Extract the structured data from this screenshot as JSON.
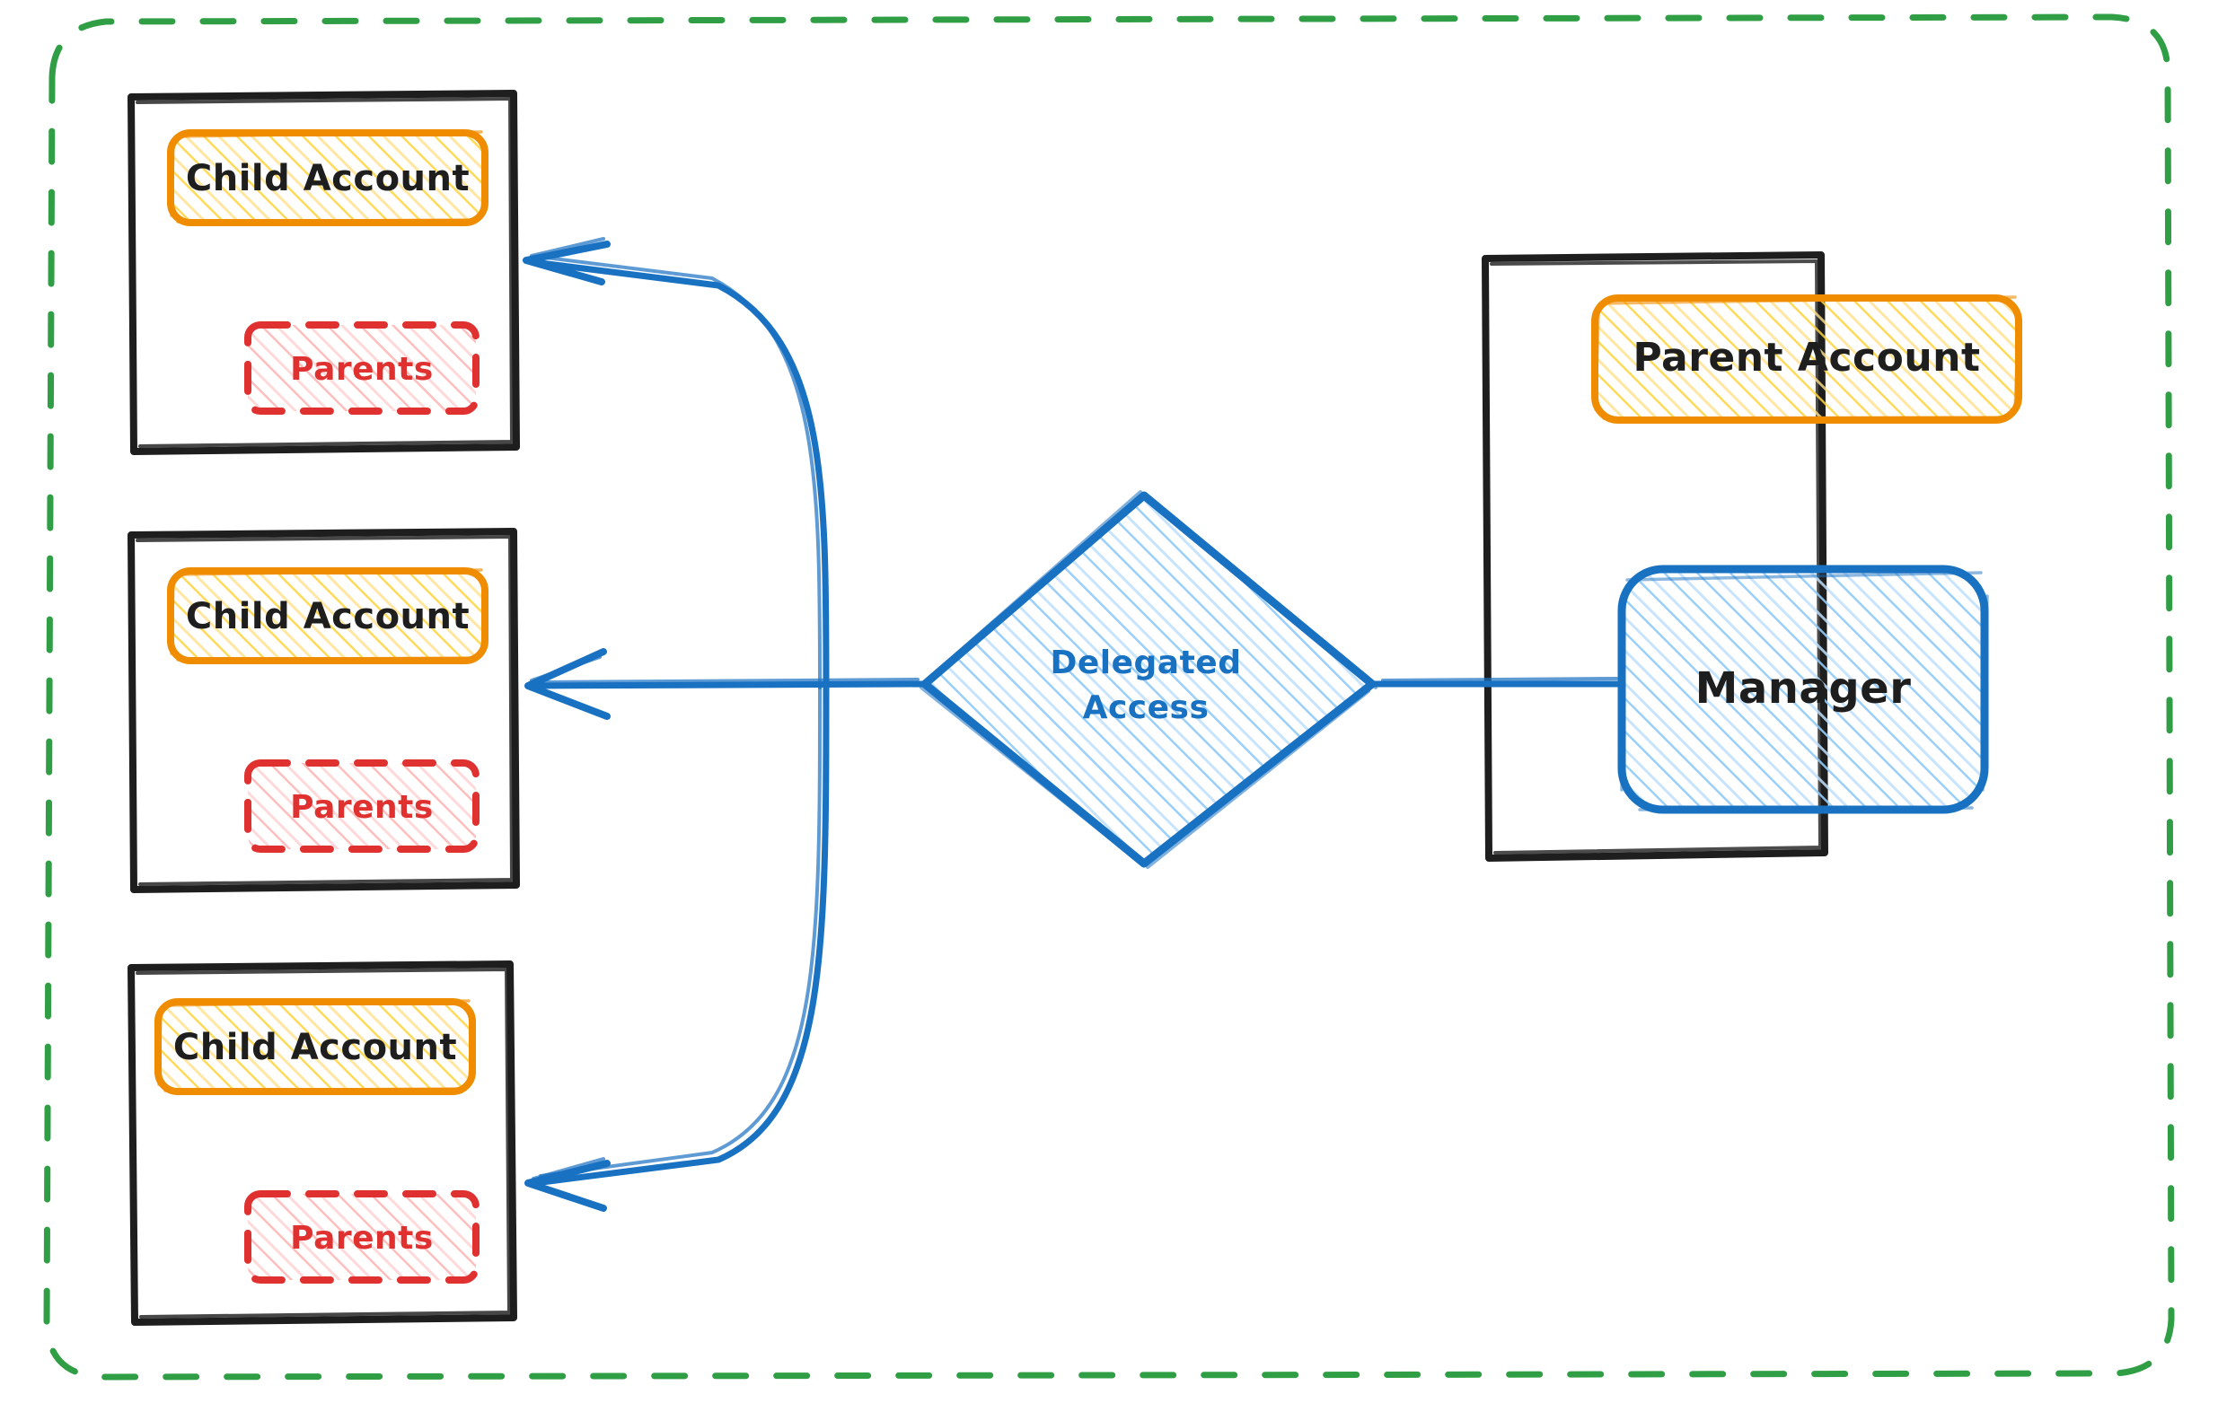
{
  "diagram": {
    "title": "Delegated Access between Parent Account and Child Accounts",
    "style": "hand-drawn-sketch",
    "background": "#ffffff",
    "boundary": {
      "name": "outer-boundary",
      "stroke": "#2f9e44",
      "dash": "dashed",
      "fill": "none"
    },
    "colors": {
      "orange_stroke": "#f08c00",
      "orange_fill": "#ffec99",
      "red_stroke": "#e03131",
      "red_fill": "#ffc9c9",
      "blue_stroke": "#1971c2",
      "blue_fill": "#a5d8ff",
      "black_stroke": "#1e1e1e",
      "green_stroke": "#2f9e44",
      "text_dark": "#1e1e1e"
    },
    "child_accounts": [
      {
        "id": "child-1",
        "account_label": "Child Account",
        "parents_label": "Parents"
      },
      {
        "id": "child-2",
        "account_label": "Child Account",
        "parents_label": "Parents"
      },
      {
        "id": "child-3",
        "account_label": "Child Account",
        "parents_label": "Parents"
      }
    ],
    "delegation": {
      "label_line1": "Delegated",
      "label_line2": "Access",
      "shape": "diamond"
    },
    "parent_container": {
      "id": "parent-container",
      "account_label": "Parent Account",
      "manager_label": "Manager"
    },
    "edges": [
      {
        "from": "Manager",
        "to": "Delegated Access",
        "arrow": false
      },
      {
        "from": "Delegated Access",
        "to": "Child Account 1",
        "arrow": true
      },
      {
        "from": "Delegated Access",
        "to": "Child Account 2",
        "arrow": true
      },
      {
        "from": "Delegated Access",
        "to": "Child Account 3",
        "arrow": true
      }
    ]
  }
}
